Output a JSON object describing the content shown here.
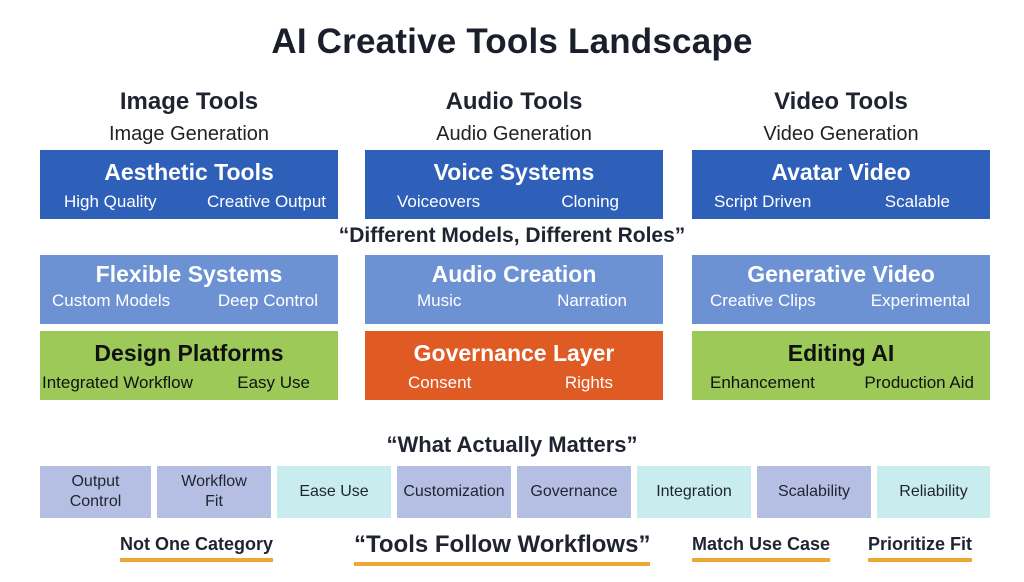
{
  "title": "AI Creative Tools Landscape",
  "columns": [
    {
      "heading": "Image Tools",
      "subheading": "Image Generation"
    },
    {
      "heading": "Audio Tools",
      "subheading": "Audio Generation"
    },
    {
      "heading": "Video Tools",
      "subheading": "Video Generation"
    }
  ],
  "row1": [
    {
      "title": "Aesthetic Tools",
      "left": "High Quality",
      "right": "Creative Output"
    },
    {
      "title": "Voice Systems",
      "left": "Voiceovers",
      "right": "Cloning"
    },
    {
      "title": "Avatar Video",
      "left": "Script Driven",
      "right": "Scalable"
    }
  ],
  "quote_roles": "“Different Models, Different Roles”",
  "row2": [
    {
      "title": "Flexible Systems",
      "left": "Custom Models",
      "right": "Deep Control"
    },
    {
      "title": "Audio Creation",
      "left": "Music",
      "right": "Narration"
    },
    {
      "title": "Generative Video",
      "left": "Creative Clips",
      "right": "Experimental"
    }
  ],
  "row3": [
    {
      "title": "Design Platforms",
      "left": "Integrated Workflow",
      "right": "Easy Use"
    },
    {
      "title": "Governance Layer",
      "left": "Consent",
      "right": "Rights"
    },
    {
      "title": "Editing AI",
      "left": "Enhancement",
      "right": "Production Aid"
    }
  ],
  "quote_matters": "“What Actually Matters”",
  "factors": [
    {
      "line1": "Output",
      "line2": "Control"
    },
    {
      "line1": "Workflow",
      "line2": "Fit"
    },
    {
      "line1": "Ease Use",
      "line2": ""
    },
    {
      "line1": "Customization",
      "line2": ""
    },
    {
      "line1": "Governance",
      "line2": ""
    },
    {
      "line1": "Integration",
      "line2": ""
    },
    {
      "line1": "Scalability",
      "line2": ""
    },
    {
      "line1": "Reliability",
      "line2": ""
    }
  ],
  "bottom": {
    "left": "Not One Category",
    "center": "“Tools Follow Workflows”",
    "right1": "Match Use Case",
    "right2": "Prioritize Fit"
  },
  "colors": {
    "dark_blue": "#2e5fb9",
    "mid_blue": "#6d92d3",
    "green": "#9cc958",
    "orange": "#e05a24",
    "factor_purple": "#b5bfe3",
    "factor_teal": "#c9ecef",
    "underline": "#f0a635"
  }
}
